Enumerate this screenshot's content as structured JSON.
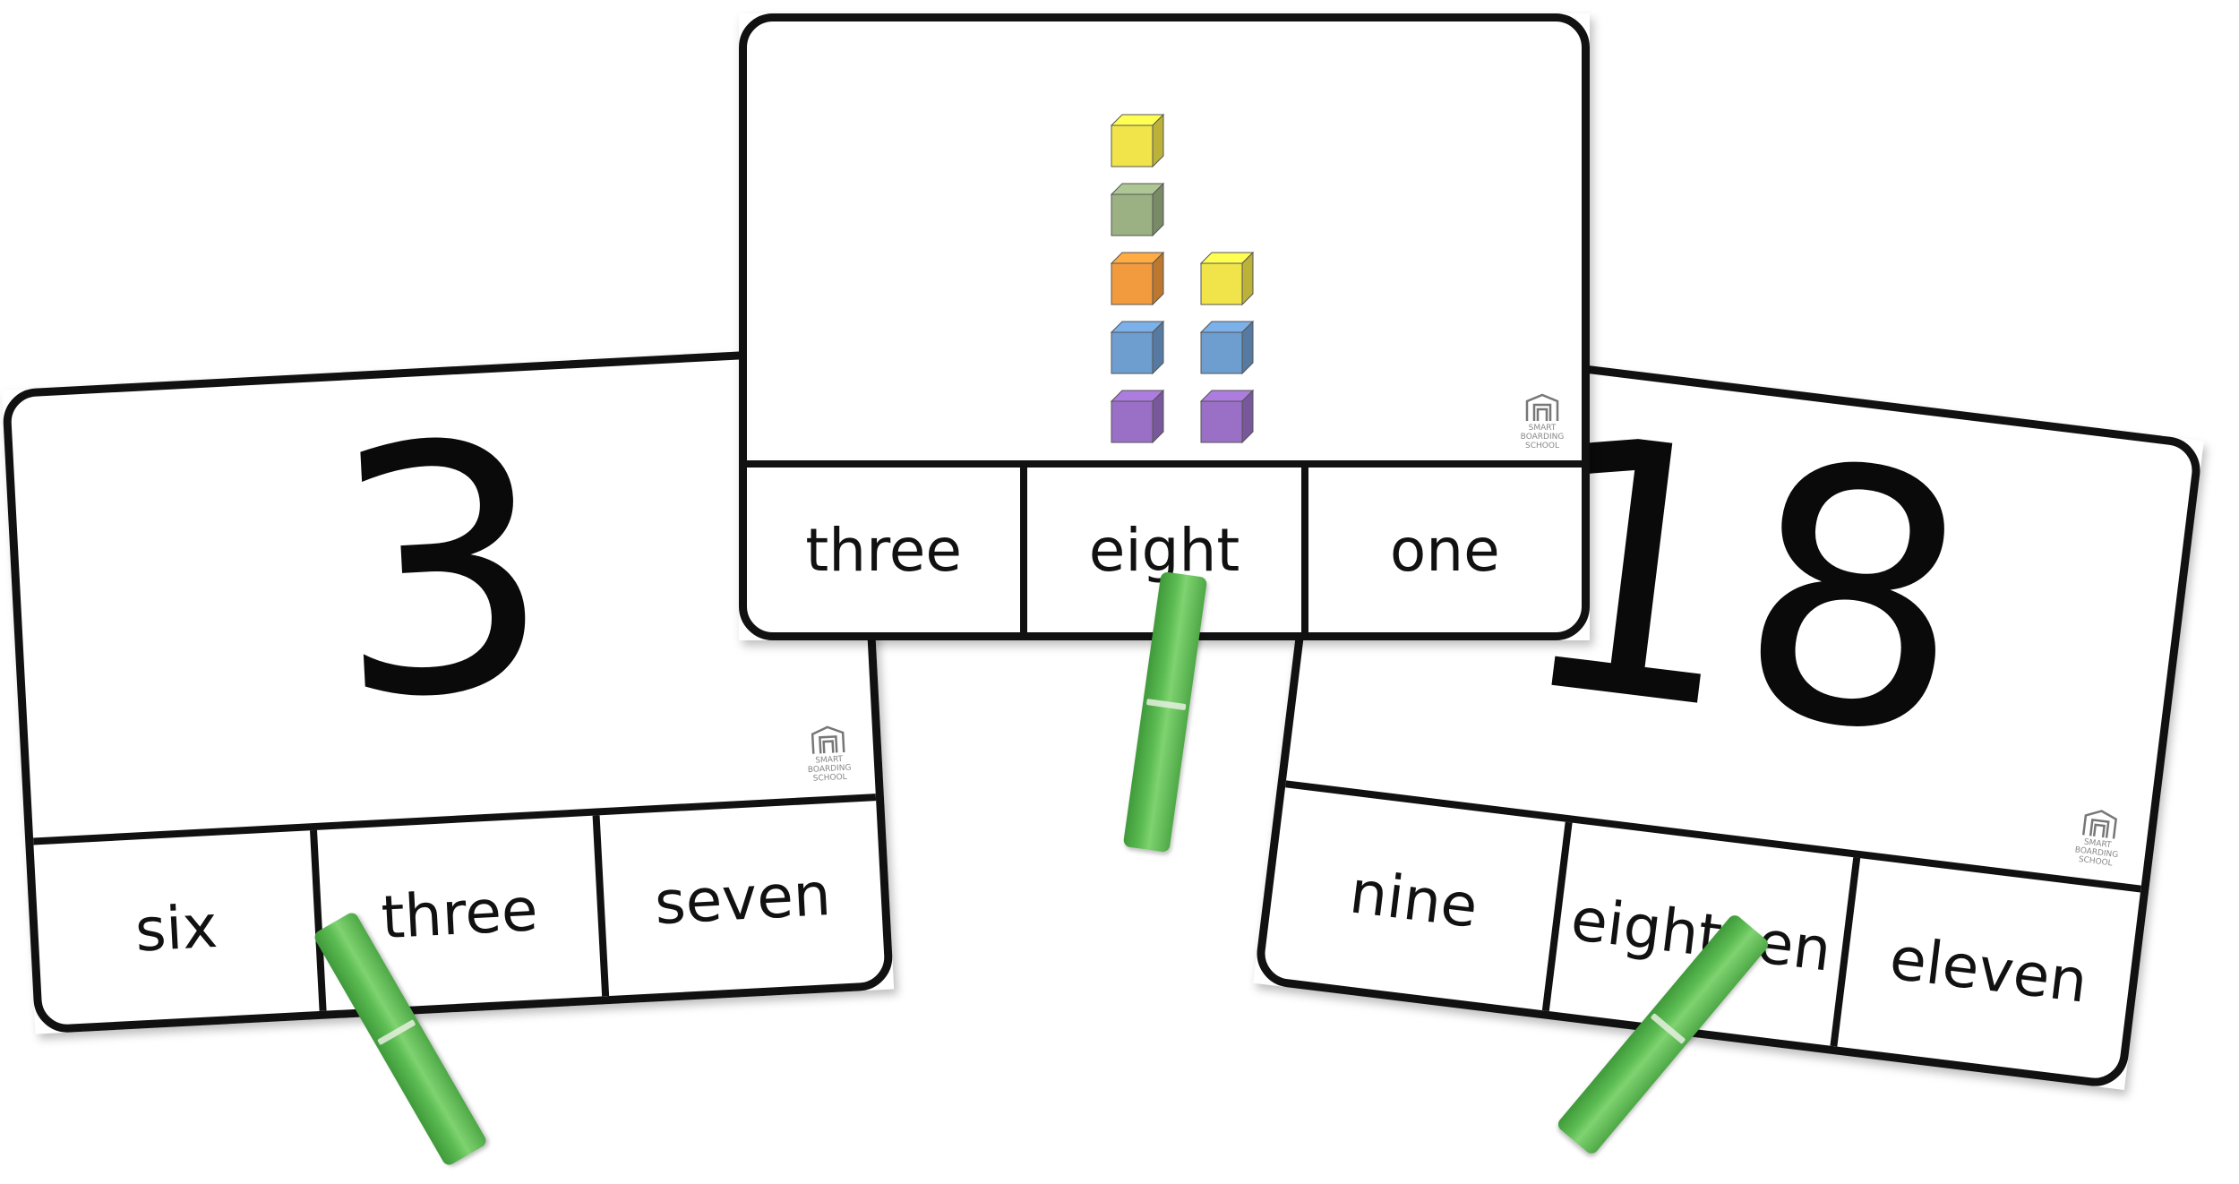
{
  "cards": {
    "left": {
      "numeral": "3",
      "choices": [
        "six",
        "three",
        "seven"
      ]
    },
    "middle": {
      "choices": [
        "three",
        "eight",
        "one"
      ],
      "blocks": [
        {
          "column": 1,
          "level": 5,
          "color": "#f1e44a"
        },
        {
          "column": 1,
          "level": 4,
          "color": "#9bb184"
        },
        {
          "column": 1,
          "level": 3,
          "color": "#f29a3e"
        },
        {
          "column": 1,
          "level": 2,
          "color": "#6e9dcf"
        },
        {
          "column": 1,
          "level": 1,
          "color": "#9a6fc6"
        },
        {
          "column": 2,
          "level": 3,
          "color": "#f1e44a"
        },
        {
          "column": 2,
          "level": 2,
          "color": "#6e9dcf"
        },
        {
          "column": 2,
          "level": 1,
          "color": "#9a6fc6"
        }
      ]
    },
    "right": {
      "numeral": "18",
      "choices": [
        "nine",
        "eighteen",
        "eleven"
      ]
    }
  },
  "logo_text": "SMART BOARDING SCHOOL",
  "colors": {
    "peg": "#56b54c",
    "border": "#111111"
  }
}
